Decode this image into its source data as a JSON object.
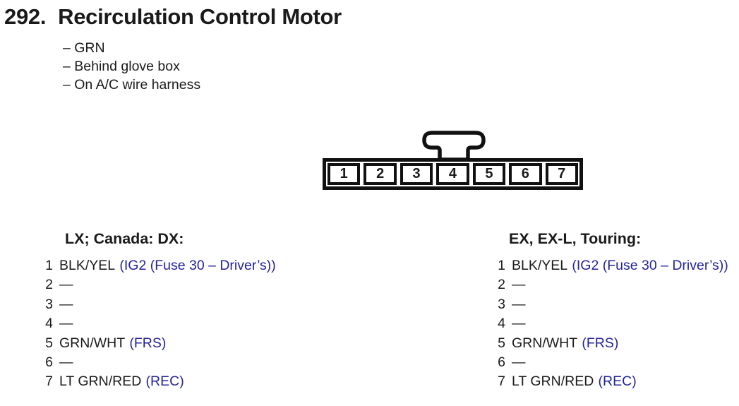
{
  "heading": {
    "number": "292.",
    "title": "Recirculation Control Motor",
    "notes": [
      "– GRN",
      "– Behind glove box",
      "– On A/C wire harness"
    ]
  },
  "connector": {
    "cells": [
      "1",
      "2",
      "3",
      "4",
      "5",
      "6",
      "7"
    ]
  },
  "columns": [
    {
      "header": "LX; Canada: DX:",
      "rows": [
        {
          "pin": "1",
          "wire": "BLK/YEL",
          "signal": "(IG2 (Fuse 30 – Driver’s))"
        },
        {
          "pin": "2",
          "wire": "—",
          "signal": ""
        },
        {
          "pin": "3",
          "wire": "—",
          "signal": ""
        },
        {
          "pin": "4",
          "wire": "—",
          "signal": ""
        },
        {
          "pin": "5",
          "wire": "GRN/WHT",
          "signal": "(FRS)"
        },
        {
          "pin": "6",
          "wire": "—",
          "signal": ""
        },
        {
          "pin": "7",
          "wire": "LT GRN/RED",
          "signal": "(REC)"
        }
      ]
    },
    {
      "header": "EX, EX-L, Touring:",
      "rows": [
        {
          "pin": "1",
          "wire": "BLK/YEL",
          "signal": "(IG2 (Fuse 30 – Driver’s))"
        },
        {
          "pin": "2",
          "wire": "—",
          "signal": ""
        },
        {
          "pin": "3",
          "wire": "—",
          "signal": ""
        },
        {
          "pin": "4",
          "wire": "—",
          "signal": ""
        },
        {
          "pin": "5",
          "wire": "GRN/WHT",
          "signal": "(FRS)"
        },
        {
          "pin": "6",
          "wire": "—",
          "signal": ""
        },
        {
          "pin": "7",
          "wire": "LT GRN/RED",
          "signal": "(REC)"
        }
      ]
    }
  ],
  "colors": {
    "text": "#1a1a1a",
    "signal_blue": "#232399",
    "background": "#ffffff"
  }
}
